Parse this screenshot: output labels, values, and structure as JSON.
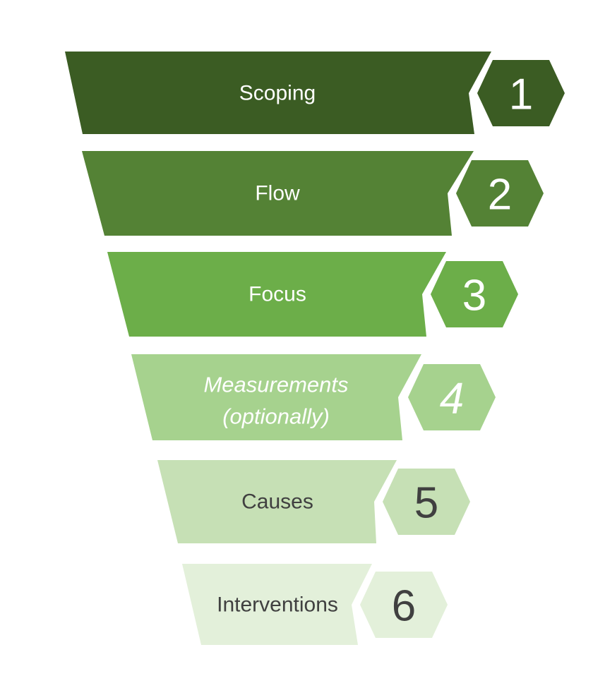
{
  "diagram": {
    "type": "funnel",
    "background_color": "#ffffff",
    "levels": [
      {
        "label": "Scoping",
        "number": "1",
        "color": "#3b5c23",
        "text_color": "#ffffff",
        "number_color": "#ffffff"
      },
      {
        "label": "Flow",
        "number": "2",
        "color": "#548235",
        "text_color": "#ffffff",
        "number_color": "#ffffff"
      },
      {
        "label": "Focus",
        "number": "3",
        "color": "#6cae49",
        "text_color": "#ffffff",
        "number_color": "#ffffff"
      },
      {
        "label_line1": "Measurements",
        "label_line2": "(optionally)",
        "number": "4",
        "color": "#a6d28e",
        "text_color": "#ffffff",
        "number_color": "#ffffff"
      },
      {
        "label": "Causes",
        "number": "5",
        "color": "#c6e0b5",
        "text_color": "#404040",
        "number_color": "#404040"
      },
      {
        "label": "Interventions",
        "number": "6",
        "color": "#e3f0da",
        "text_color": "#404040",
        "number_color": "#404040"
      }
    ]
  }
}
